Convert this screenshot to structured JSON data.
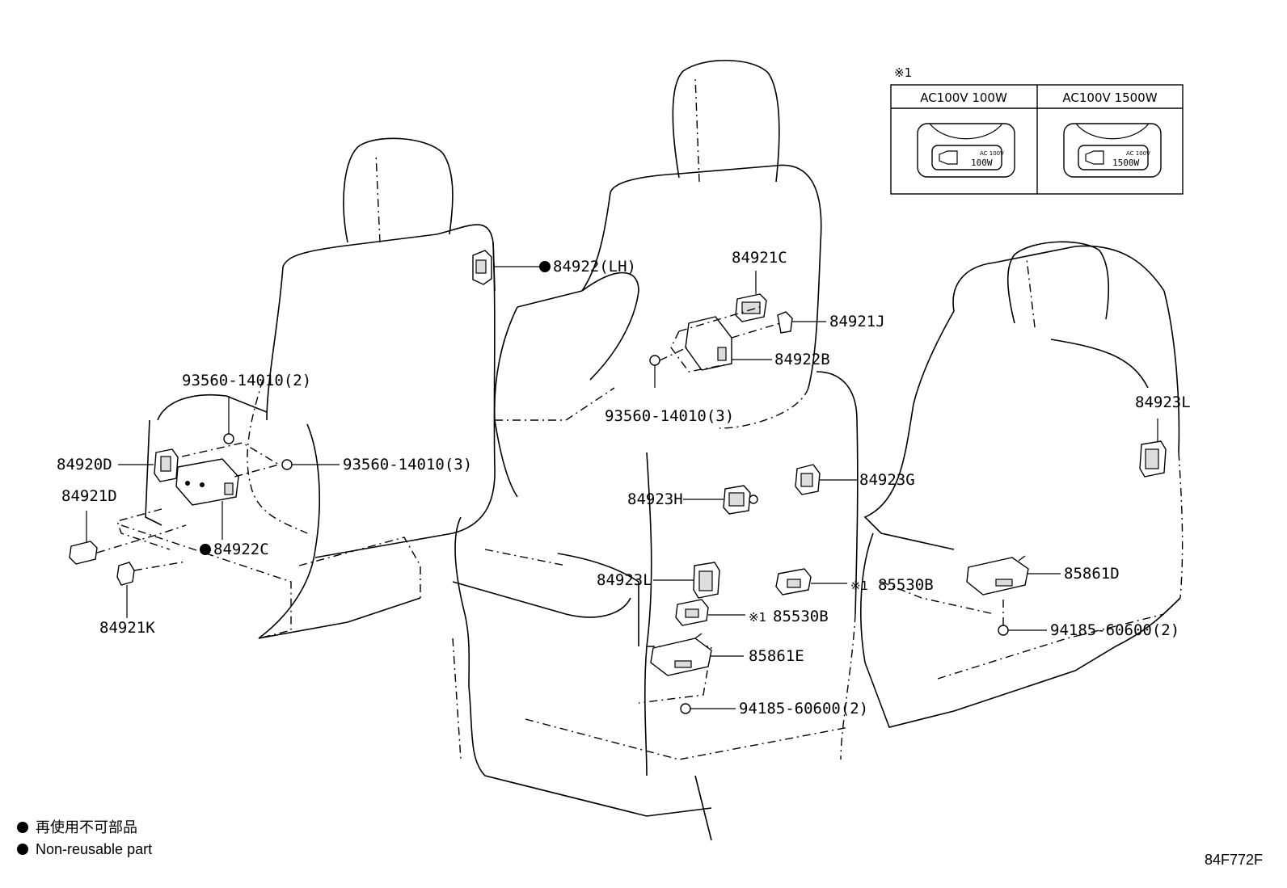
{
  "diagram_code": "84F772F",
  "variant_table": {
    "note_mark": "※1",
    "columns": [
      {
        "header": "AC100V 100W",
        "icon_line1": "AC 100V",
        "icon_line2": "100W"
      },
      {
        "header": "AC100V 1500W",
        "icon_line1": "AC 100V",
        "icon_line2": "1500W"
      }
    ]
  },
  "callouts": {
    "c_84922_lh": "84922(LH)",
    "c_84921c": "84921C",
    "c_84921j": "84921J",
    "c_84922b": "84922B",
    "c_93560_3_center": "93560-14010(3)",
    "c_93560_2": "93560-14010(2)",
    "c_84920d": "84920D",
    "c_93560_3_left": "93560-14010(3)",
    "c_84921d": "84921D",
    "c_84922c": "84922C",
    "c_84921k": "84921K",
    "c_84923h": "84923H",
    "c_84923g": "84923G",
    "c_84923l_right": "84923L",
    "c_84923l_center": "84923L",
    "c_85530b_a": "85530B",
    "c_85530b_b": "85530B",
    "c_85861e": "85861E",
    "c_85861d": "85861D",
    "c_94185_right": "94185-60600(2)",
    "c_94185_center": "94185-60600(2)"
  },
  "marks": {
    "ref1_a": "※1",
    "ref1_b": "※1"
  },
  "legend": {
    "line_ja": "再使用不可部品",
    "line_en": "Non-reusable part"
  }
}
